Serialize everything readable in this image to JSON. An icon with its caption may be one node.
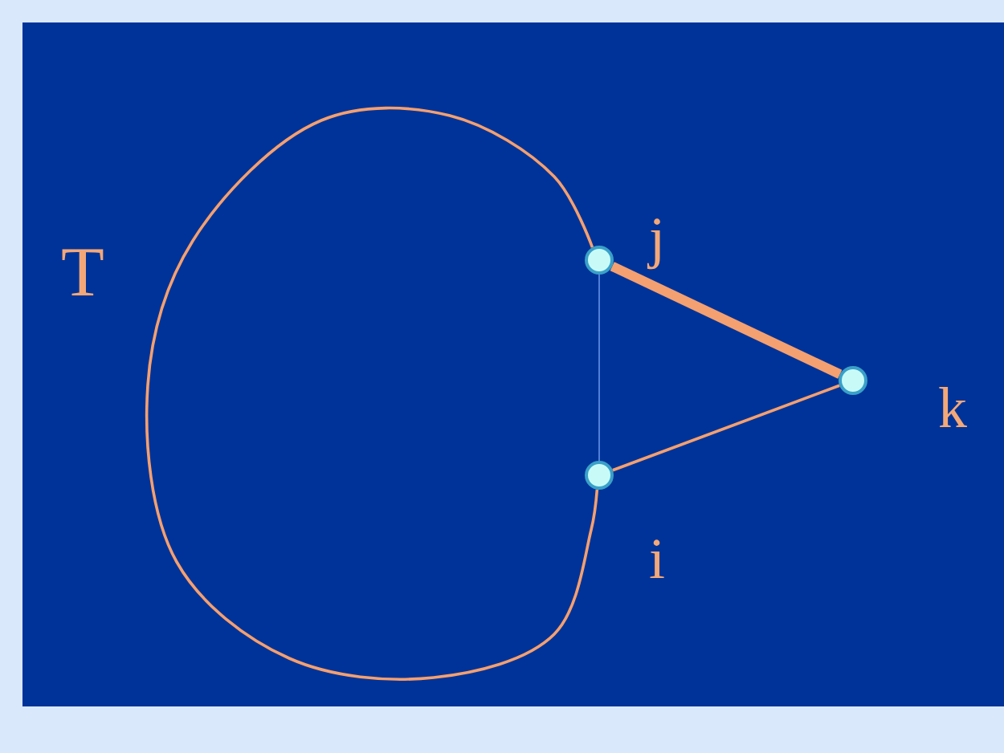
{
  "diagram": {
    "nodes": [
      {
        "text": [],
        "shape": "circle",
        "beside": [
          "j"
        ]
      },
      {
        "text": [],
        "shape": "circle",
        "beside": [
          "i"
        ]
      },
      {
        "text": [],
        "shape": "circle",
        "beside": [
          "k"
        ]
      }
    ],
    "edges": [
      {
        "from": 0,
        "to": 1,
        "arrow": "none"
      },
      {
        "from": 0,
        "to": 2,
        "arrow": "none",
        "style": "thick"
      },
      {
        "from": 1,
        "to": 2,
        "arrow": "none"
      },
      {
        "from": 0,
        "to": 1,
        "arrow": "none",
        "color": "#4f7fd8"
      }
    ],
    "labels": [
      "T"
    ]
  }
}
